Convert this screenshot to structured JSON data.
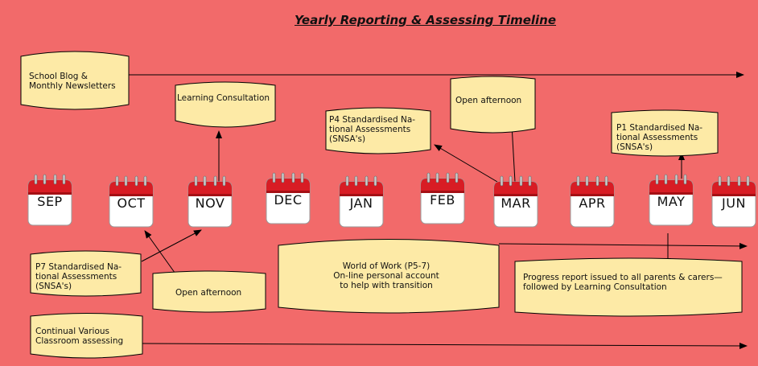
{
  "title": "Yearly Reporting & Assessing Timeline",
  "months": [
    "SEP",
    "OCT",
    "NOV",
    "DEC",
    "JAN",
    "FEB",
    "MAR",
    "APR",
    "MAY",
    "JUN"
  ],
  "notes": {
    "blog": "School Blog &\nMonthly Newsletters",
    "learning_consultation": "Learning Consultation",
    "p4": "P4 Standardised Na-\ntional Assessments\n(SNSA's)",
    "open_afternoon_mar": "Open afternoon",
    "p1": "P1 Standardised Na-\ntional Assessments\n(SNSA's)",
    "p7": "P7 Standardised Na-\ntional Assessments\n(SNSA's)",
    "open_afternoon_oct": "Open afternoon",
    "world_of_work": "World of Work (P5-7)\nOn-line personal account\nto help with transition",
    "progress_report": "Progress report issued to all parents & carers—\nfollowed by Learning Consultation",
    "classroom": "Continual Various\nClassroom assessing"
  },
  "colors": {
    "background": "#f26a6a",
    "note_fill": "#fdeaa6",
    "calendar_red": "#d81c24",
    "calendar_body": "#ffffff"
  },
  "icons": [
    "calendar-icon",
    "arrow-icon"
  ]
}
